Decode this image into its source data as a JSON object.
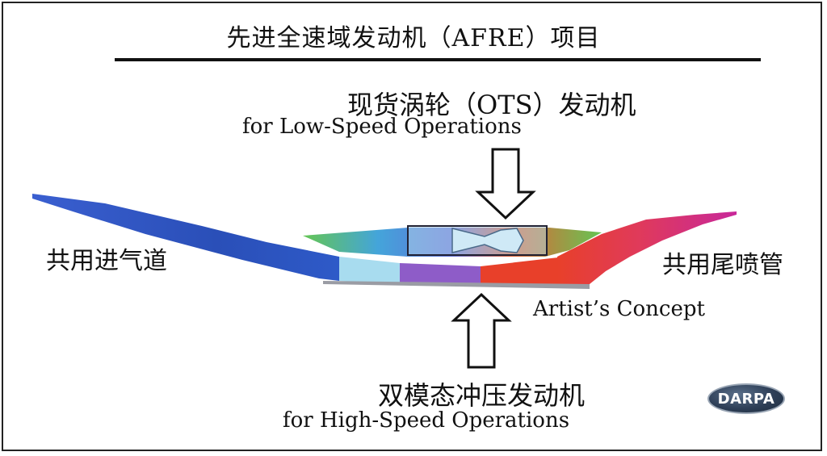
{
  "title": "先进全速域发动机（AFRE）项目",
  "ots": {
    "label_cn": "现货涡轮（OTS）发动机",
    "label_en": "for Low-Speed Operations"
  },
  "inlet_label": "共用进气道",
  "nozzle_label": "共用尾喷管",
  "artist_concept": "Artist’s Concept",
  "ramjet": {
    "label_cn": "双模态冲压发动机",
    "label_en": "for High-Speed Operations"
  },
  "logo_text": "DARPA",
  "colors": {
    "inlet_blue": "#2c55c4",
    "turbine_green": "#5ec24a",
    "ram_red": "#e8402a",
    "nozzle_magenta": "#d02a8a",
    "ram_lightblue": "#9ad6ec",
    "ram_purple": "#8a5ac8"
  }
}
